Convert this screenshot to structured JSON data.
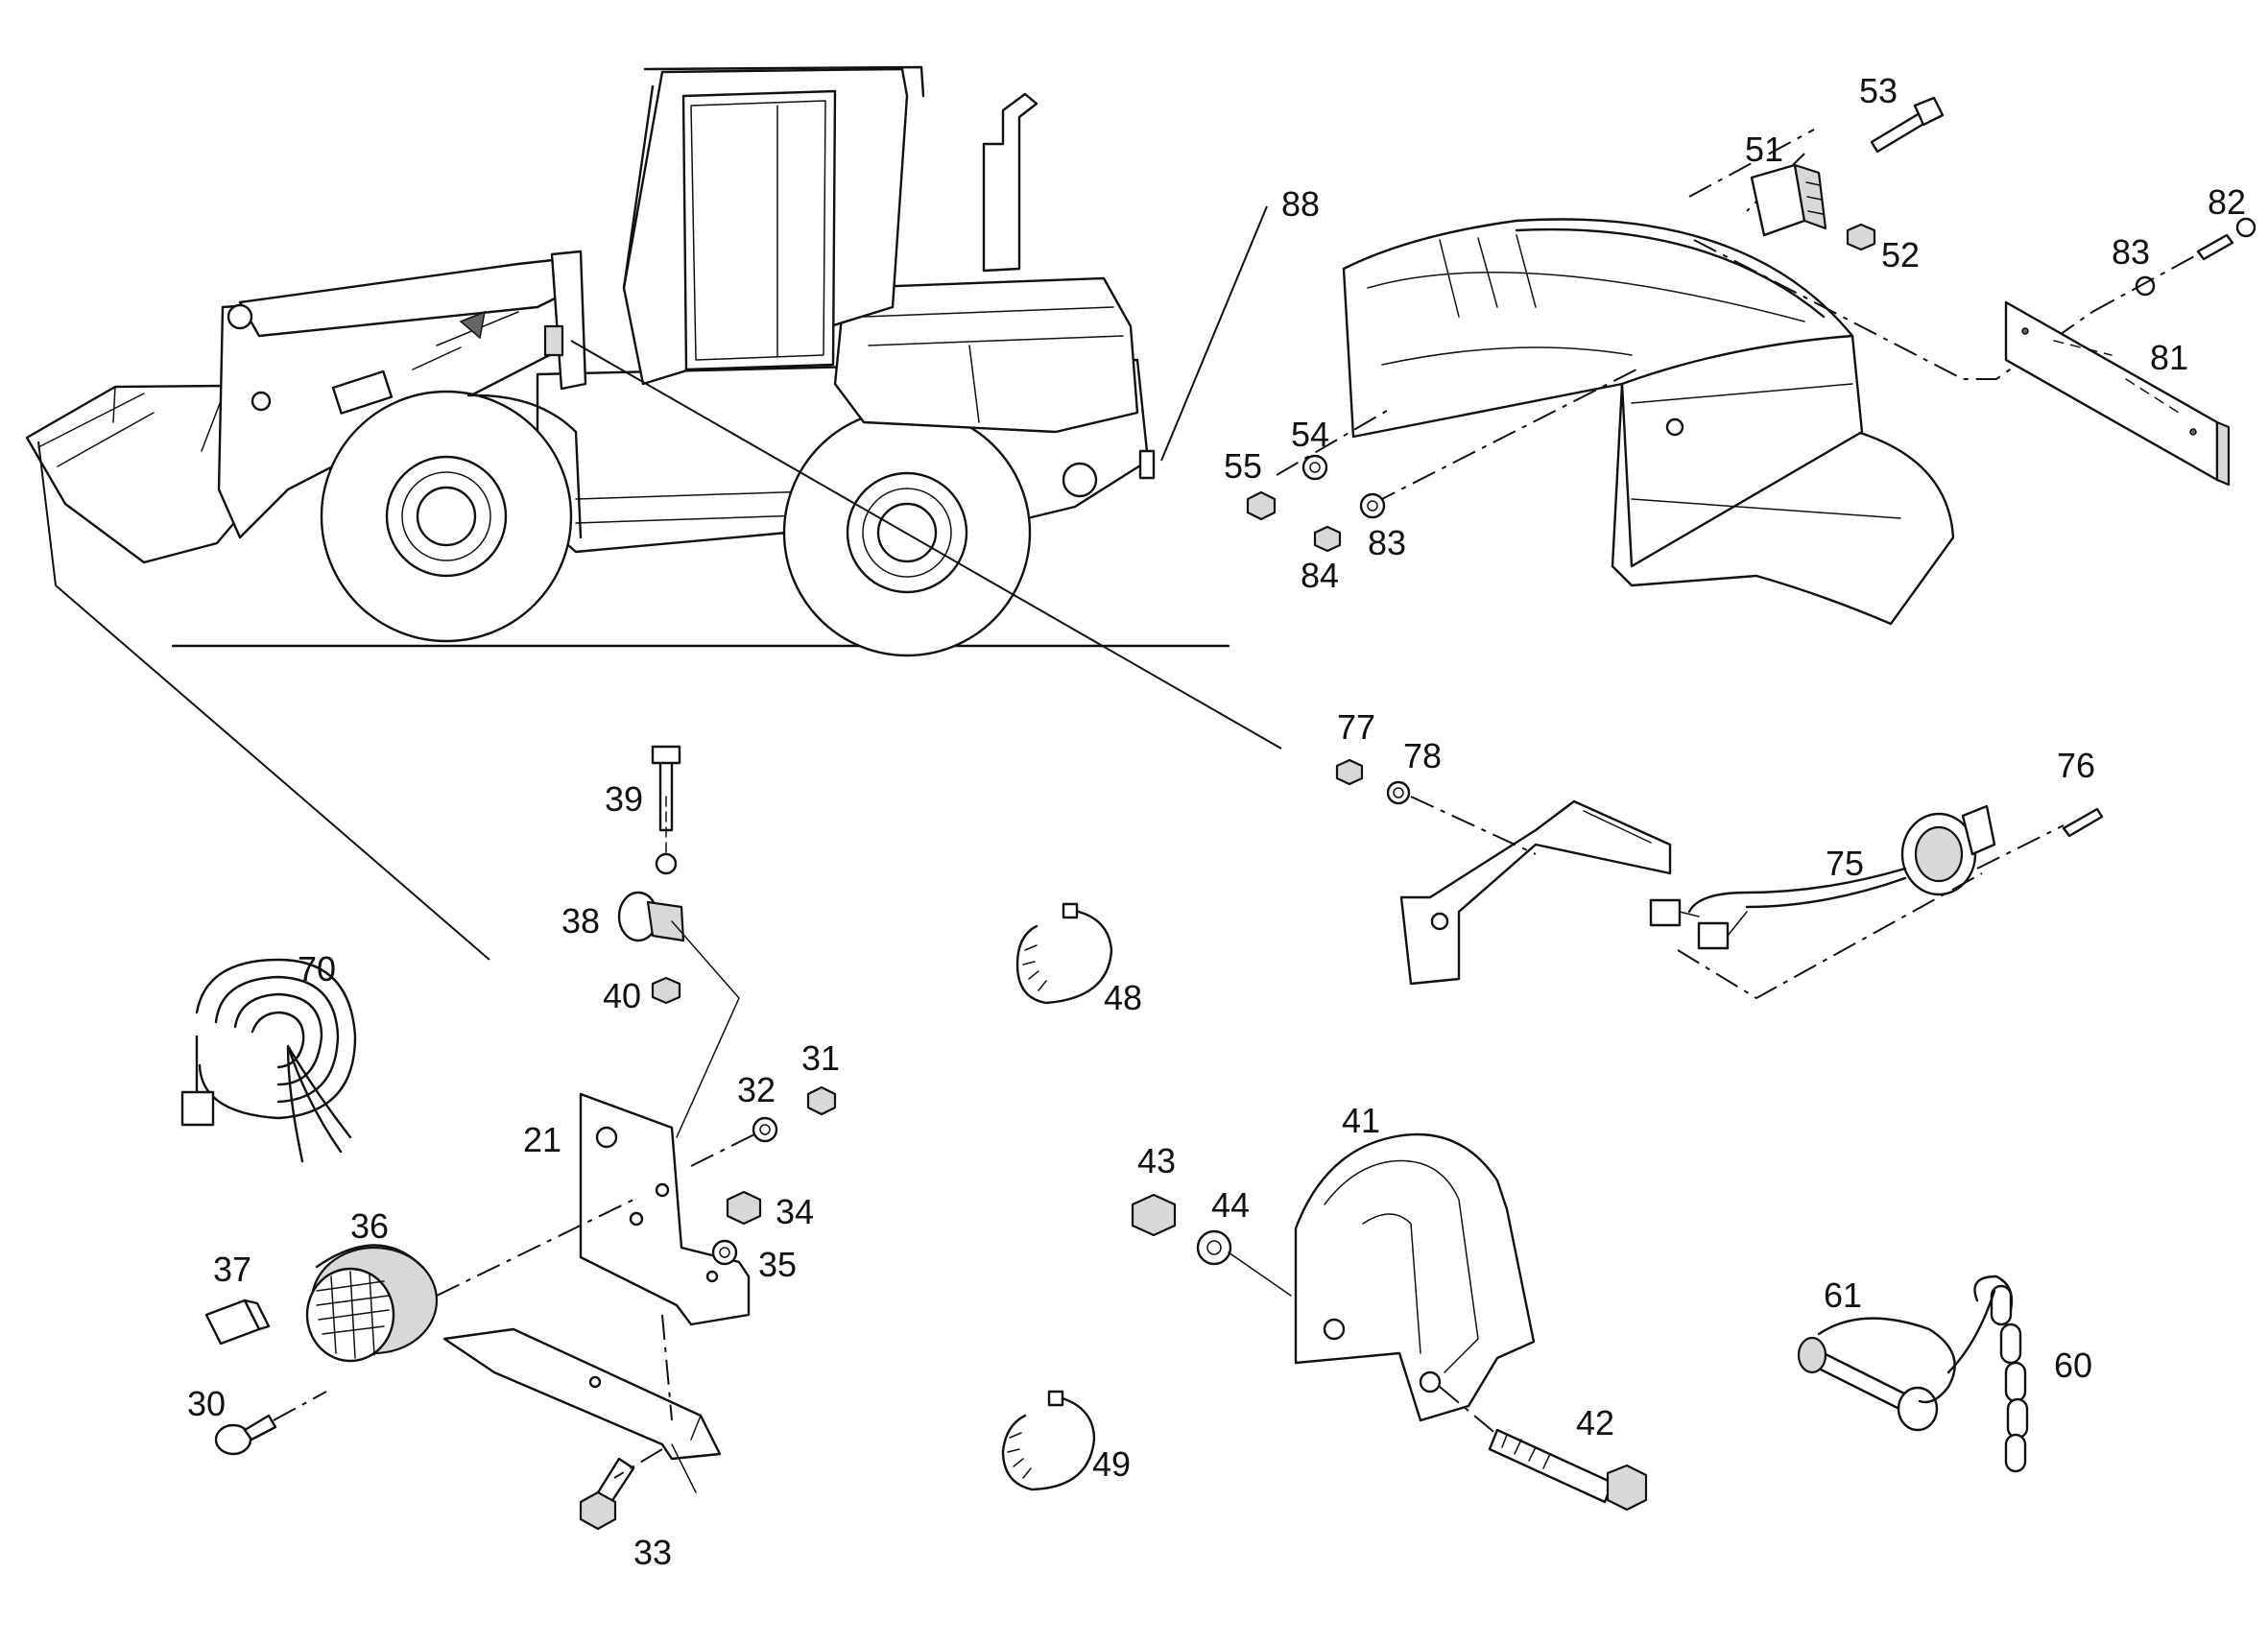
{
  "callouts": {
    "c21": "21",
    "c30": "30",
    "c31": "31",
    "c32": "32",
    "c33": "33",
    "c34": "34",
    "c35": "35",
    "c36": "36",
    "c37": "37",
    "c38": "38",
    "c39": "39",
    "c40": "40",
    "c41": "41",
    "c42": "42",
    "c43": "43",
    "c44": "44",
    "c48": "48",
    "c49": "49",
    "c51": "51",
    "c52": "52",
    "c53": "53",
    "c54": "54",
    "c55": "55",
    "c60": "60",
    "c61": "61",
    "c70": "70",
    "c75": "75",
    "c76": "76",
    "c77": "77",
    "c78": "78",
    "c81": "81",
    "c82": "82",
    "c83a": "83",
    "c83b": "83",
    "c84": "84",
    "c88": "88"
  },
  "icons": {
    "loader": "wheel-loader-machine",
    "counterweight": "rear-counterweight-part",
    "bracket_light": "light-bracket-part",
    "lamp": "work-lamp-part",
    "cable": "coiled-cable-part",
    "socket_bracket": "socket-bracket-part",
    "socket": "trailer-socket-part",
    "ring": "retaining-ring-part",
    "tow_plate": "tow-plate-part",
    "pin_chain": "pin-and-chain-part",
    "number_plate": "number-plate-part",
    "fasteners": "bolt-nut-washer-parts"
  },
  "colors": {
    "ink": "#111111",
    "paper": "#ffffff",
    "shade": "#d8d8d8"
  }
}
